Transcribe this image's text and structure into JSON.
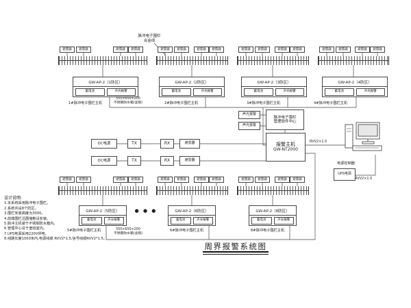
{
  "title": "周界报警系统图",
  "fence_note": {
    "line1": "脉冲电子围栏",
    "line2": "合金线"
  },
  "arrester_label": "避雷器",
  "enclosure_note": {
    "line1": "550×650×200",
    "line2": "不锈钢防水箱(含锁)"
  },
  "zones": [
    {
      "name": "GW-AP-2（1防区）",
      "battery": "蓄电池",
      "sound": "声光报警",
      "host": "1#脉冲电子围栏主机"
    },
    {
      "name": "GW-AP-2（2防区）",
      "battery": "蓄电池",
      "sound": "声光报警",
      "host": "2#脉冲电子围栏主机"
    },
    {
      "name": "GW-AP-2（3防区）",
      "battery": "蓄电池",
      "sound": "声光报警",
      "host": "3#脉冲电子围栏主机"
    },
    {
      "name": "GW-AP-2（4防区）",
      "battery": "蓄电池",
      "sound": "声光报警",
      "host": "4#脉冲电子围栏主机"
    },
    {
      "name": "GW-AP-2（5防区）",
      "battery": "蓄电池",
      "sound": "声光报警",
      "host": "5#脉冲电子围栏主机"
    },
    {
      "name": "GW-AP-2（6防区）",
      "battery": "蓄电池",
      "sound": "声光报警",
      "host": "6#脉冲电子围栏主机"
    },
    {
      "name": "GW-AP-2（8防区）",
      "battery": "蓄电池",
      "sound": "声光报警",
      "host": "8#脉冲电子围栏主机"
    }
  ],
  "center": {
    "dc_power": "DC电源",
    "tx": "TX",
    "rx": "RX",
    "line_arrester": "避雷器",
    "sound_alarm": "声光报警",
    "software_line1": "脉冲电子围栏",
    "software_line2": "管理软件中心",
    "alarm_host_line1": "报警主机",
    "alarm_host_line2": "GW-NT2000",
    "cable_pc": "RVV2×1.0",
    "power_controller": "电源控制器",
    "ups": "UPS电源",
    "cable_ups": "RVV2×1.0",
    "ellipsis": "● ● ●"
  },
  "notes": {
    "heading": "设计说明:",
    "items": [
      "1.本系统采用脉冲电子围栏。",
      "2.系统共设8个防区。",
      "3.围栏安装高度为3000。",
      "4.前端围栏沿围墙敷设安装。",
      "5.脉冲主机装于不锈钢防水箱内。",
      "6.管理中心设于值班室内。",
      "7.UPS电源采用220V供电。",
      "8.线路长度1000米内,电源线缆 RVV2*1.5,信号线缆RVV2*1.5。"
    ]
  }
}
